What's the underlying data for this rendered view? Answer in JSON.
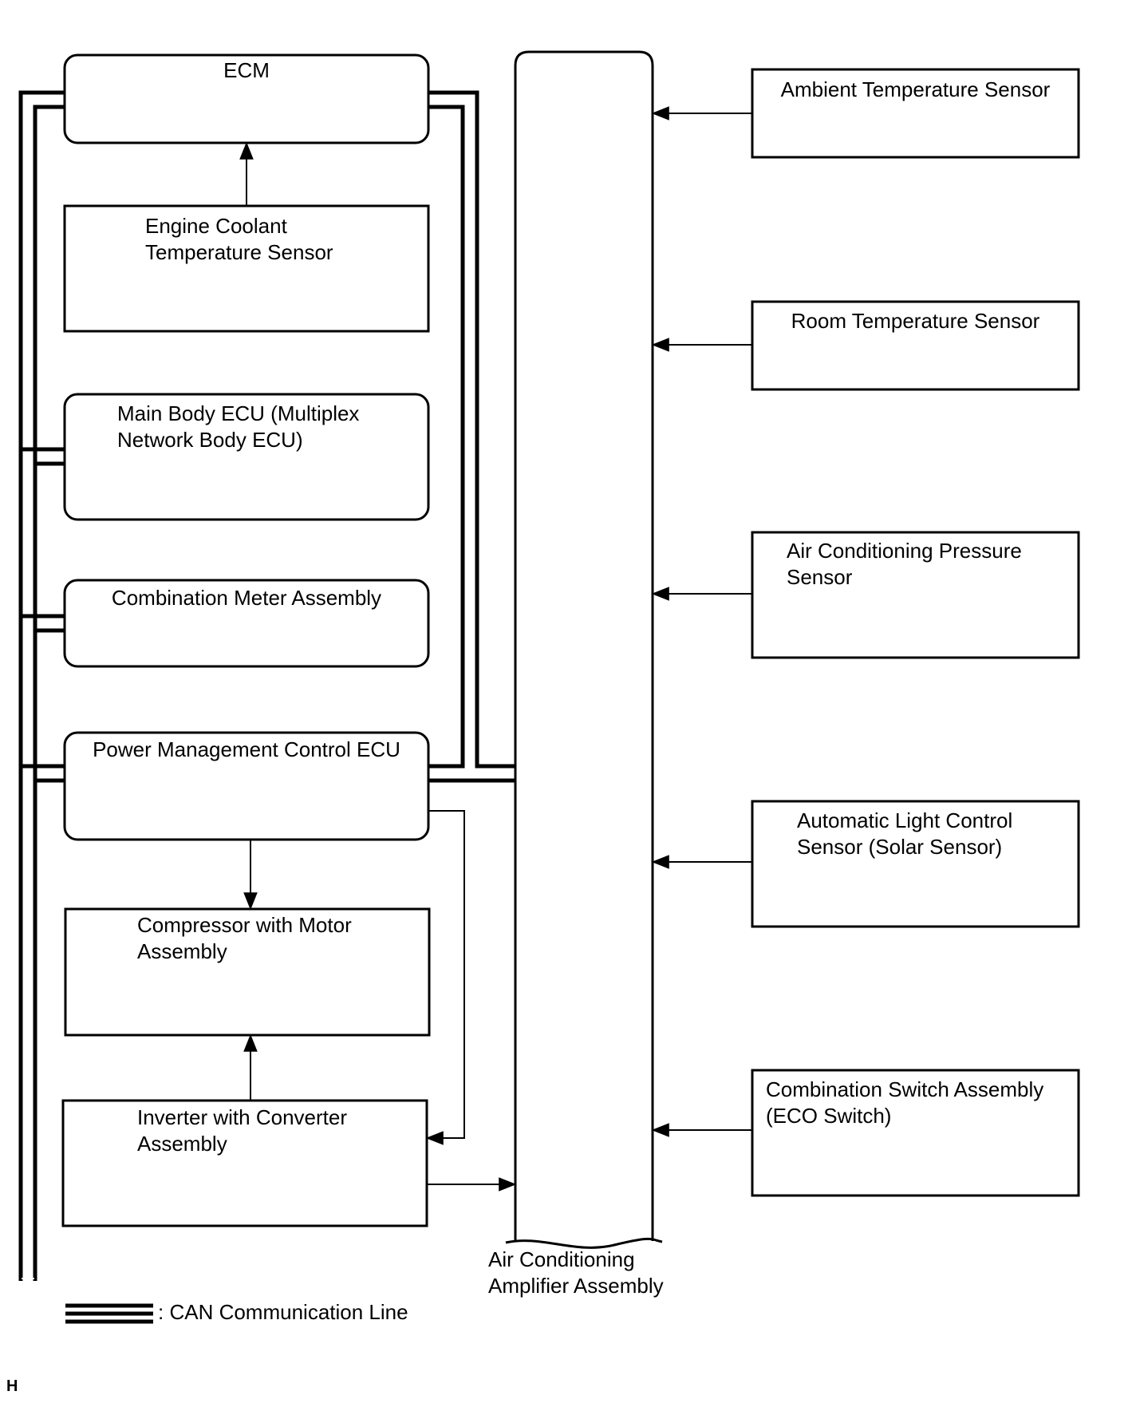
{
  "boxes": {
    "ecm": "ECM",
    "engine_coolant_line1": "Engine Coolant",
    "engine_coolant_line2": "Temperature Sensor",
    "main_body_line1": "Main Body ECU (Multiplex",
    "main_body_line2": "Network Body ECU)",
    "combination_meter": "Combination Meter Assembly",
    "power_mgmt": "Power Management Control ECU",
    "compressor_line1": "Compressor with Motor",
    "compressor_line2": "Assembly",
    "inverter_line1": "Inverter with Converter",
    "inverter_line2": "Assembly",
    "ambient_temp": "Ambient Temperature Sensor",
    "room_temp": "Room Temperature Sensor",
    "ac_pressure_line1": "Air Conditioning Pressure",
    "ac_pressure_line2": "Sensor",
    "auto_light_line1": "Automatic Light Control",
    "auto_light_line2": "Sensor (Solar Sensor)",
    "combo_switch_line1": "Combination Switch Assembly",
    "combo_switch_line2": "(ECO Switch)"
  },
  "amplifier": {
    "line1": "Air Conditioning",
    "line2": "Amplifier Assembly"
  },
  "legend": {
    "label": ": CAN Communication Line"
  },
  "footer": {
    "mark": "H"
  }
}
